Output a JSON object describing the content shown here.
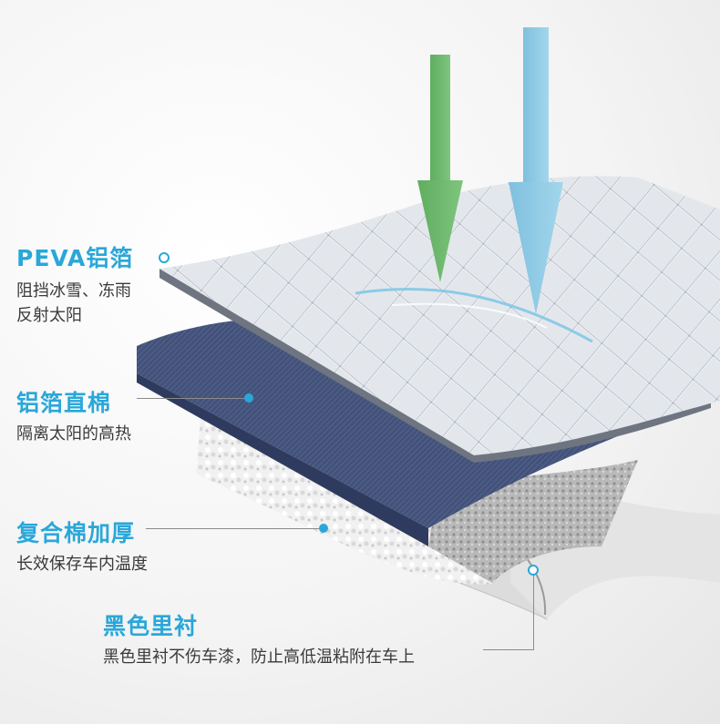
{
  "colors": {
    "accent": "#2aa7d9",
    "dark_title": "#1f8a3c",
    "green_arrow": "#6cb86c",
    "blue_arrow": "#8cc9e3",
    "navy_layer": "#3b4a72",
    "foil_layer": "#d8dde3"
  },
  "layers": [
    {
      "id": "peva",
      "title": "PEVA铝箔",
      "desc_lines": [
        "阻挡冰雪、冻雨",
        "反射太阳"
      ]
    },
    {
      "id": "foil-cotton",
      "title": "铝箔直棉",
      "desc_lines": [
        "隔离太阳的高热"
      ]
    },
    {
      "id": "composite-cotton",
      "title": "复合棉加厚",
      "desc_lines": [
        "长效保存车内温度"
      ]
    },
    {
      "id": "black-lining",
      "title": "黑色里衬",
      "desc_lines": [
        "黑色里衬不伤车漆，防止高低温粘附在车上"
      ]
    }
  ],
  "arrows": [
    {
      "name": "green-arrow-icon",
      "color": "#6cb86c"
    },
    {
      "name": "blue-arrow-icon",
      "color": "#8cc9e3"
    }
  ]
}
